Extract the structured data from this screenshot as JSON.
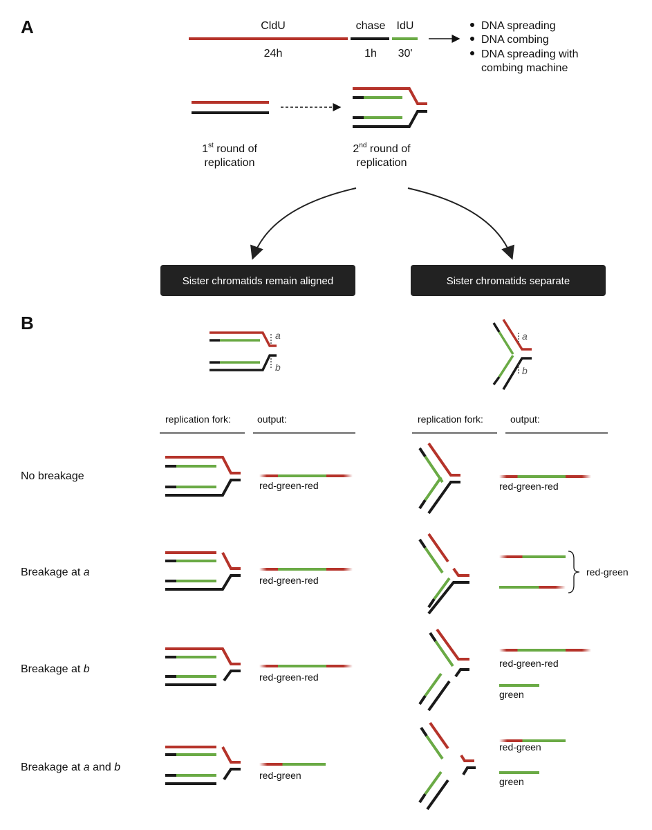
{
  "panel_a": {
    "label": "A",
    "timeline": {
      "cldu": "CldU",
      "cldu_time": "24h",
      "chase": "chase",
      "chase_time": "1h",
      "idu": "IdU",
      "idu_time": "30'"
    },
    "methods": [
      "DNA spreading",
      "DNA combing",
      "DNA spreading with",
      "combing machine"
    ],
    "round1": {
      "ord": "1",
      "sup": "st",
      "line1": " round of",
      "line2": "replication"
    },
    "round2": {
      "ord": "2",
      "sup": "nd",
      "line1": " round of",
      "line2": "replication"
    },
    "box_left": "Sister chromatids remain aligned",
    "box_right": "Sister chromatids separate"
  },
  "panel_b": {
    "label": "B",
    "site_a": "a",
    "site_b": "b",
    "headers": {
      "fork": "replication fork:",
      "output": "output:"
    },
    "rows": [
      {
        "pre": "No breakage",
        "ital": ""
      },
      {
        "pre": "Breakage at ",
        "ital": "a"
      },
      {
        "pre": "Breakage at ",
        "ital": "b"
      },
      {
        "pre": "Breakage at ",
        "ital": "a",
        "post": " and ",
        "ital2": "b"
      }
    ],
    "outputs": {
      "aligned": [
        "red-green-red",
        "red-green-red",
        "red-green-red",
        "red-green"
      ],
      "separate_row1": "red-green-red",
      "separate_row2_brace": "red-green",
      "separate_row3": [
        "red-green-red",
        "green"
      ],
      "separate_row4": [
        "red-green",
        "green"
      ]
    }
  },
  "colors": {
    "cldu_red": "#b5332a",
    "idu_green": "#6aaa45",
    "black": "#1a1a1a",
    "box": "#222222"
  }
}
